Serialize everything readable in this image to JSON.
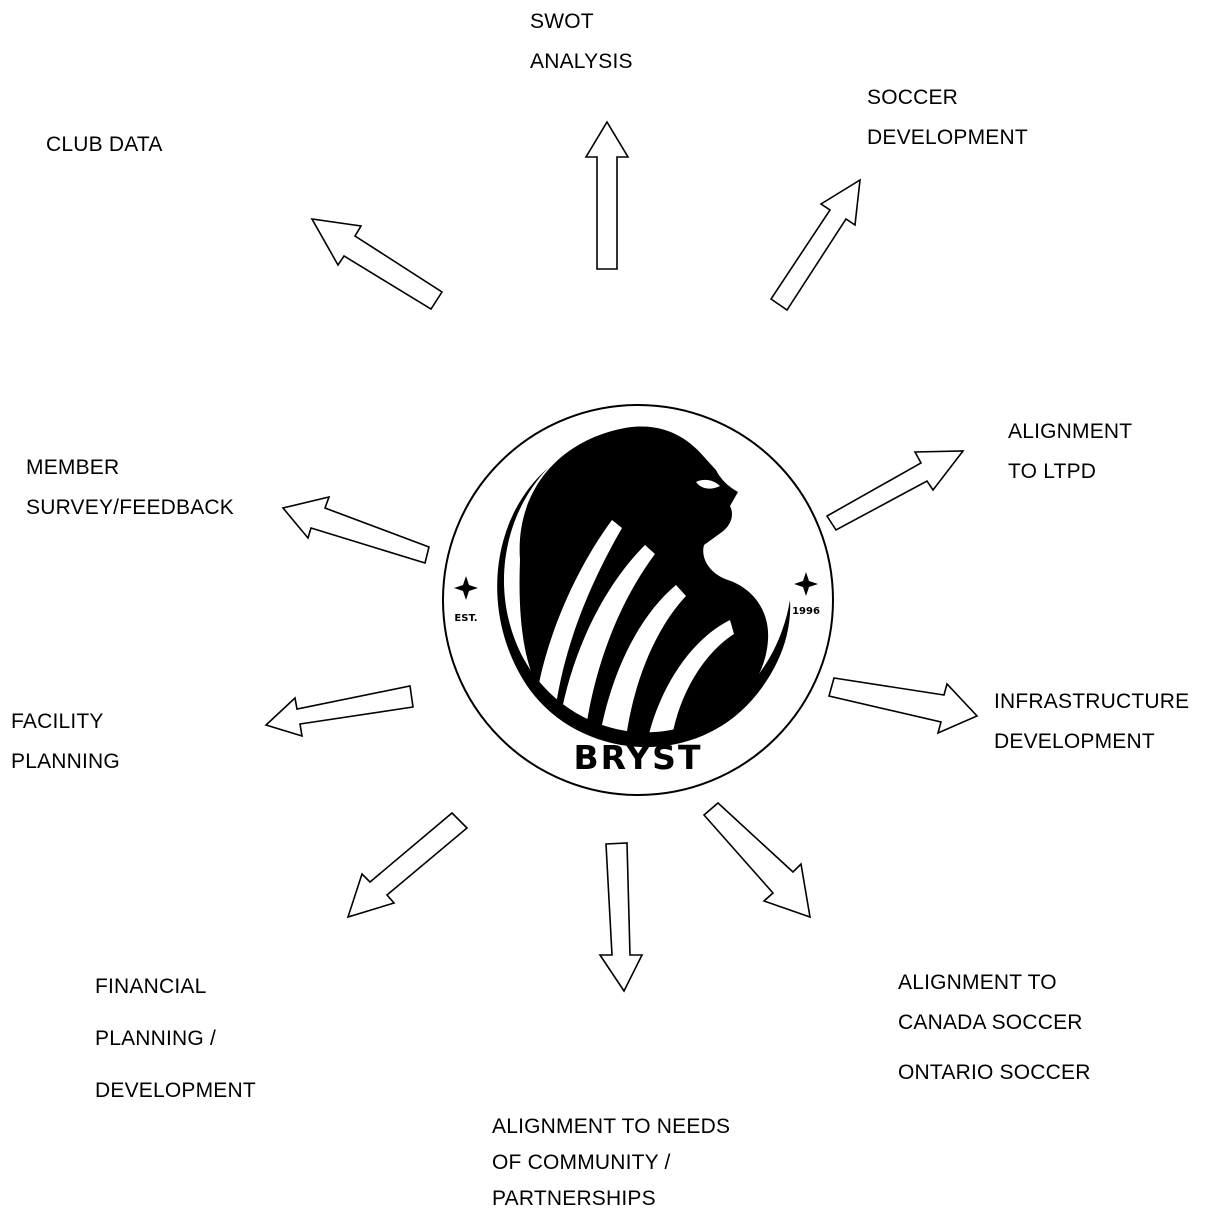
{
  "logo": {
    "wordmark": "BRYST",
    "est_label": "EST.",
    "year_label": "1996"
  },
  "nodes": {
    "swot": {
      "lines": [
        "SWOT",
        "ANALYSIS"
      ]
    },
    "soccer_dev": {
      "lines": [
        "SOCCER",
        "DEVELOPMENT"
      ]
    },
    "club_data": {
      "lines": [
        "CLUB DATA"
      ]
    },
    "ltpd": {
      "lines": [
        "ALIGNMENT",
        "TO LTPD"
      ]
    },
    "member_survey": {
      "lines": [
        "MEMBER",
        "SURVEY/FEEDBACK"
      ]
    },
    "infrastructure": {
      "lines": [
        "INFRASTRUCTURE",
        "DEVELOPMENT"
      ]
    },
    "facility": {
      "lines": [
        "FACILITY",
        "PLANNING"
      ]
    },
    "financial": {
      "lines": [
        "FINANCIAL",
        "PLANNING /",
        "DEVELOPMENT"
      ]
    },
    "community": {
      "lines": [
        "ALIGNMENT TO NEEDS",
        "OF COMMUNITY /",
        "PARTNERSHIPS"
      ]
    },
    "canada": {
      "lines": [
        "ALIGNMENT TO",
        "CANADA SOCCER",
        "ONTARIO SOCCER"
      ]
    }
  }
}
